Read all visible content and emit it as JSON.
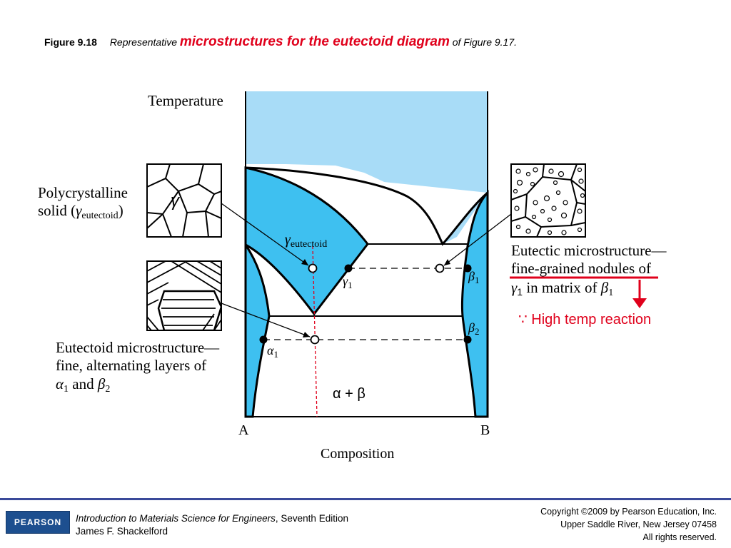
{
  "caption": {
    "figure_label": "Figure 9.18",
    "prefix": "Representative",
    "highlight": "microstructures for the eutectoid diagram",
    "suffix": "of Figure 9.17."
  },
  "diagram": {
    "y_axis_label": "Temperature",
    "x_axis_label": "Composition",
    "left_end": "A",
    "right_end": "B",
    "gamma_eutectoid_label": "γ",
    "gamma_eutectoid_sub": "eutectoid",
    "gamma1_label": "γ",
    "gamma1_sub": "1",
    "beta1_label": "β",
    "beta1_sub": "1",
    "beta2_label": "β",
    "beta2_sub": "2",
    "alpha1_label": "α",
    "alpha1_sub": "1",
    "alpha_beta_region": "α + β",
    "colors": {
      "liquid_region": "#a8dcf7",
      "solid_region": "#3ec0f0",
      "red_annotation": "#e0001b"
    }
  },
  "left_annotations": {
    "poly_line1": "Polycrystalline",
    "poly_line2_prefix": "solid (",
    "poly_gamma": "γ",
    "poly_sub": "eutectoid",
    "poly_line2_suffix": ")",
    "gamma_box_label": "γ",
    "eut_line1": "Eutectoid microstructure—",
    "eut_line2": "fine, alternating layers of",
    "eut_alpha": "α",
    "eut_alpha_sub": "1",
    "eut_and": " and ",
    "eut_beta": "β",
    "eut_beta_sub": "2"
  },
  "right_annotations": {
    "line1": "Eutectic microstructure—",
    "line2": "fine-grained nodules of",
    "line3_gamma": "γ",
    "line3_sub": "1",
    "line3_mid": " in matrix of ",
    "line3_beta": "β",
    "line3_beta_sub": "1",
    "red_note": "∵ High temp reaction"
  },
  "footer": {
    "logo": "PEARSON",
    "book_title": "Introduction to Materials Science for Engineers",
    "edition": ", Seventh Edition",
    "author": "James F. Shackelford",
    "copyright_line1": "Copyright ©2009 by Pearson Education, Inc.",
    "copyright_line2": "Upper Saddle River, New Jersey 07458",
    "copyright_line3": "All rights reserved."
  }
}
